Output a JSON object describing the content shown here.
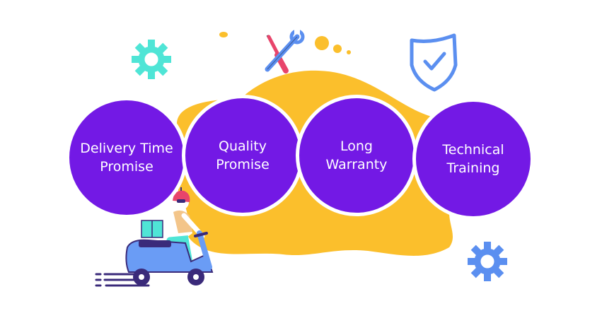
{
  "colors": {
    "purple": "#7319e5",
    "yellow": "#fbbf2c",
    "teal": "#4fe5d6",
    "blue": "#5b8ff0",
    "white": "#ffffff"
  },
  "features": [
    {
      "label": "Delivery Time\nPromise"
    },
    {
      "label": "Quality\nPromise"
    },
    {
      "label": "Long\nWarranty"
    },
    {
      "label": "Technical\nTraining"
    }
  ],
  "icons": [
    "gear-icon",
    "wrench-screwdriver-icon",
    "shield-check-icon",
    "delivery-scooter-illustration"
  ]
}
